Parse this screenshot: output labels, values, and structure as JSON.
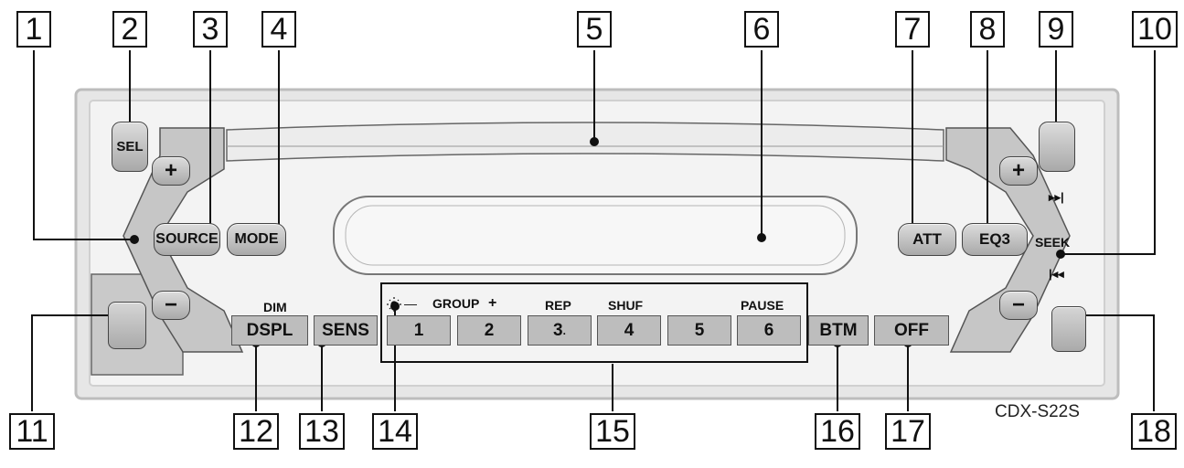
{
  "model": "CDX-S22S",
  "callouts": [
    "1",
    "2",
    "3",
    "4",
    "5",
    "6",
    "7",
    "8",
    "9",
    "10",
    "11",
    "12",
    "13",
    "14",
    "15",
    "16",
    "17",
    "18"
  ],
  "buttons": {
    "sel": "SEL",
    "plus_left": "+",
    "minus_left": "−",
    "source": "SOURCE",
    "mode": "MODE",
    "att": "ATT",
    "eq3": "EQ3",
    "seek": "SEEK",
    "plus_right": "+",
    "minus_right": "−",
    "dspl": "DSPL",
    "sens": "SENS",
    "btm": "BTM",
    "off": "OFF",
    "presets": [
      "1",
      "2",
      "3",
      "4",
      "5",
      "6"
    ],
    "preset3_mark": "."
  },
  "labels": {
    "dim": "DIM",
    "group": "GROUP",
    "group_minus": "—",
    "group_plus": "+",
    "rep": "REP",
    "shuf": "SHUF",
    "pause": "PAUSE",
    "next_track": "▸▸|",
    "prev_track": "|◂◂"
  },
  "icons": {
    "eject": "eject-icon",
    "release": "panel-release-icon",
    "reset": "reset-icon",
    "sun": "sun-icon"
  }
}
